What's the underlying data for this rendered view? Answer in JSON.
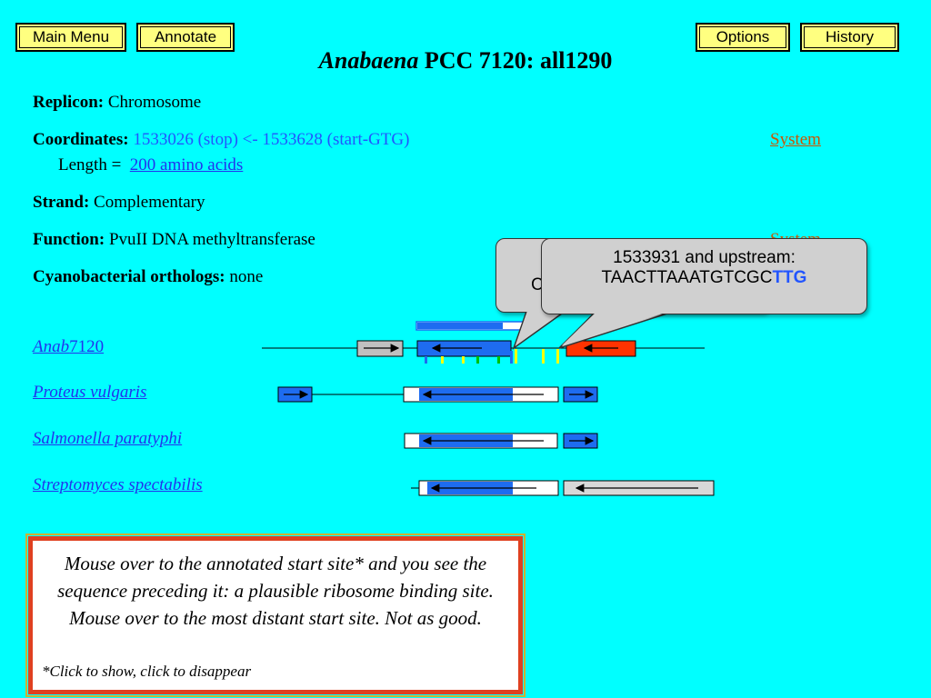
{
  "toolbar": {
    "main_menu": "Main Menu",
    "annotate": "Annotate",
    "options": "Options",
    "history": "History"
  },
  "title": {
    "organism": "Anabaena",
    "rest": " PCC 7120: all1290"
  },
  "fields": {
    "replicon_label": "Replicon:",
    "replicon_value": "Chromosome",
    "coords_label": "Coordinates:",
    "coords_value": "1533026 (stop) <- 1533628 (start-GTG)",
    "length_label": "Length =",
    "length_value": "200 amino acids",
    "strand_label": "Strand:",
    "strand_value": "Complementary",
    "function_label": "Function:",
    "function_value": "PvuII DNA methyltransferase",
    "orthologs_label": "Cyanobacterial orthologs:",
    "orthologs_value": "none",
    "system_link_1": "System",
    "system_link_2": "System"
  },
  "organisms": [
    {
      "prefix": "Anab",
      "suffix": "7120"
    },
    {
      "name": "Proteus vulgaris"
    },
    {
      "name": "Salmonella paratyphi"
    },
    {
      "name": "Streptomyces spectabilis"
    }
  ],
  "callout": {
    "back_fragment": "C",
    "line1": "1533931 and upstream:",
    "line2_seq": "TAACTTAAATGTCGC",
    "line2_codon": "TTG"
  },
  "note": {
    "main": "Mouse over to the annotated start site* and you see the sequence preceding it: a plausible ribosome binding site. Mouse over to the most distant start site. Not as good.",
    "foot": "*Click to show, click to disappear"
  },
  "colors": {
    "background": "#00ffff",
    "button": "#ffff80",
    "gene_blue": "#1e6cf0",
    "gene_red": "#ff3300",
    "gene_gray": "#c0c0c0",
    "note_border": "#e04020"
  }
}
